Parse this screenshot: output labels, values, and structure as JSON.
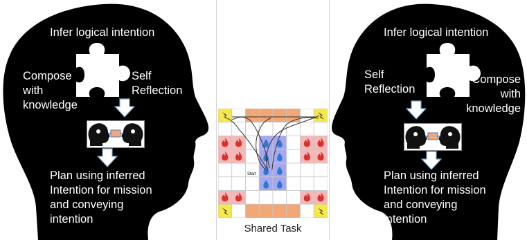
{
  "left": {
    "infer_label": "Infer logical intention",
    "compose_label": "Compose\nwith\nknowledge",
    "reflection_label": "Self\nReflection",
    "plan_label": "Plan using inferred\nIntention for mission\nand conveying\nintention"
  },
  "right": {
    "infer_label": "Infer logical intention",
    "reflection_label": "Self\nReflection",
    "compose_label": "Compose\nwith\nknowledge",
    "plan_label": "Plan using inferred\nIntention for mission\nand conveying\nintention"
  },
  "task": {
    "caption": "Shared Task",
    "start_label": "Start"
  },
  "colors": {
    "head": "#000000",
    "text": "#ffffff",
    "arrow_fill": "#ffffff",
    "arrow_stroke": "#7aa0c8",
    "goal_zone": "#f2a777",
    "water_zone": "#a7a7f0",
    "water_drop": "#2e78d2",
    "fire_cell": "#f3b8b8",
    "fire": "#d9312b",
    "corner_cell": "#f5e84a",
    "grid_line": "#c8c8c8"
  },
  "icons": [
    "head-silhouette-icon",
    "puzzle-piece-icon",
    "down-arrow-icon",
    "two-heads-icon",
    "water-drop-icon",
    "fire-icon",
    "lightning-icon"
  ]
}
